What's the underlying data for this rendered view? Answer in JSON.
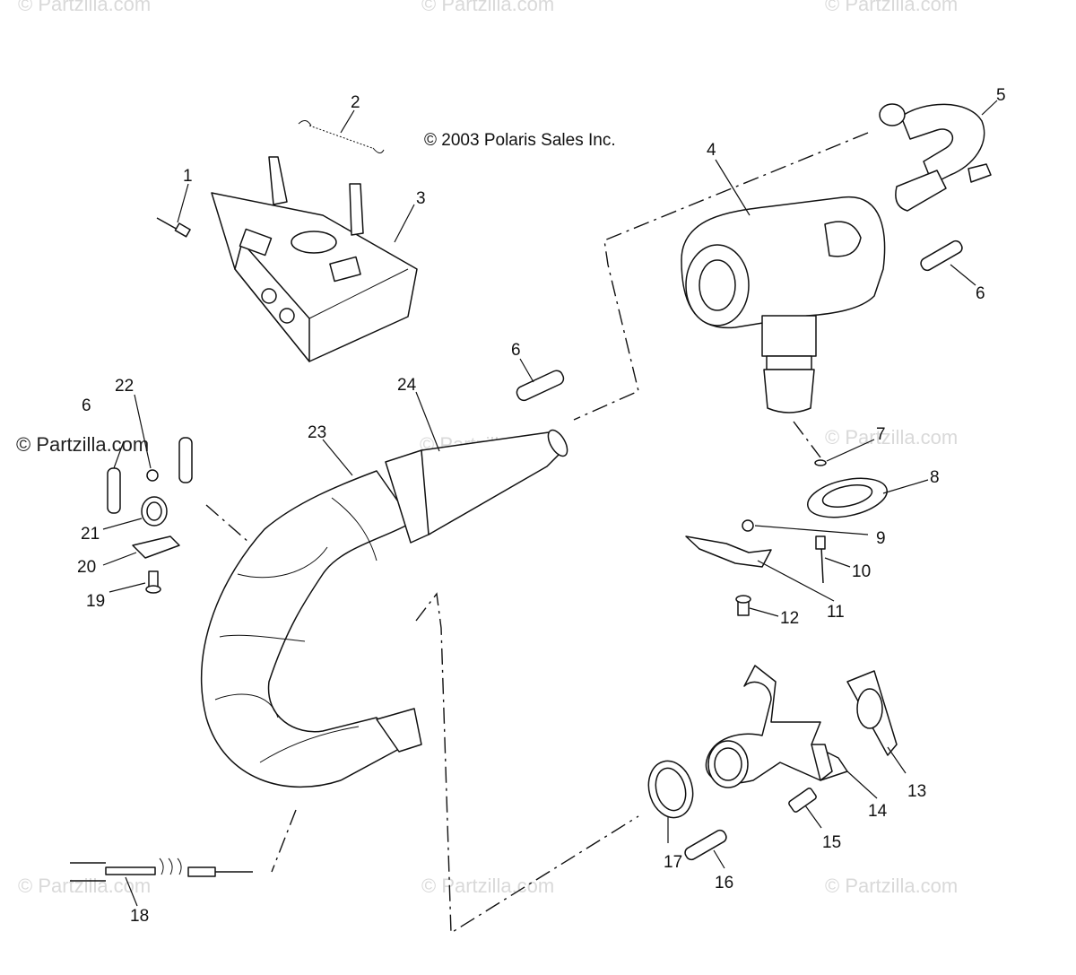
{
  "copyright": "© 2003 Polaris Sales Inc.",
  "watermarks": {
    "top_left": "© Partzilla.com",
    "top_center": "© Partzilla.com",
    "top_right": "© Partzilla.com",
    "mid_left": "© Partzilla.com",
    "mid_center": "© Partzilla.com",
    "mid_right": "© Partzilla.com",
    "bottom_left": "© Partzilla.com",
    "bottom_center": "© Partzilla.com",
    "bottom_right": "© Partzilla.com"
  },
  "callouts": {
    "c1": "1",
    "c2": "2",
    "c3": "3",
    "c4": "4",
    "c5": "5",
    "c6a": "6",
    "c6b": "6",
    "c6c": "6",
    "c7": "7",
    "c8": "8",
    "c9": "9",
    "c10": "10",
    "c11": "11",
    "c12": "12",
    "c13": "13",
    "c14": "14",
    "c15": "15",
    "c16": "16",
    "c17": "17",
    "c18": "18",
    "c19": "19",
    "c20": "20",
    "c21": "21",
    "c22": "22",
    "c23": "23",
    "c24": "24"
  }
}
